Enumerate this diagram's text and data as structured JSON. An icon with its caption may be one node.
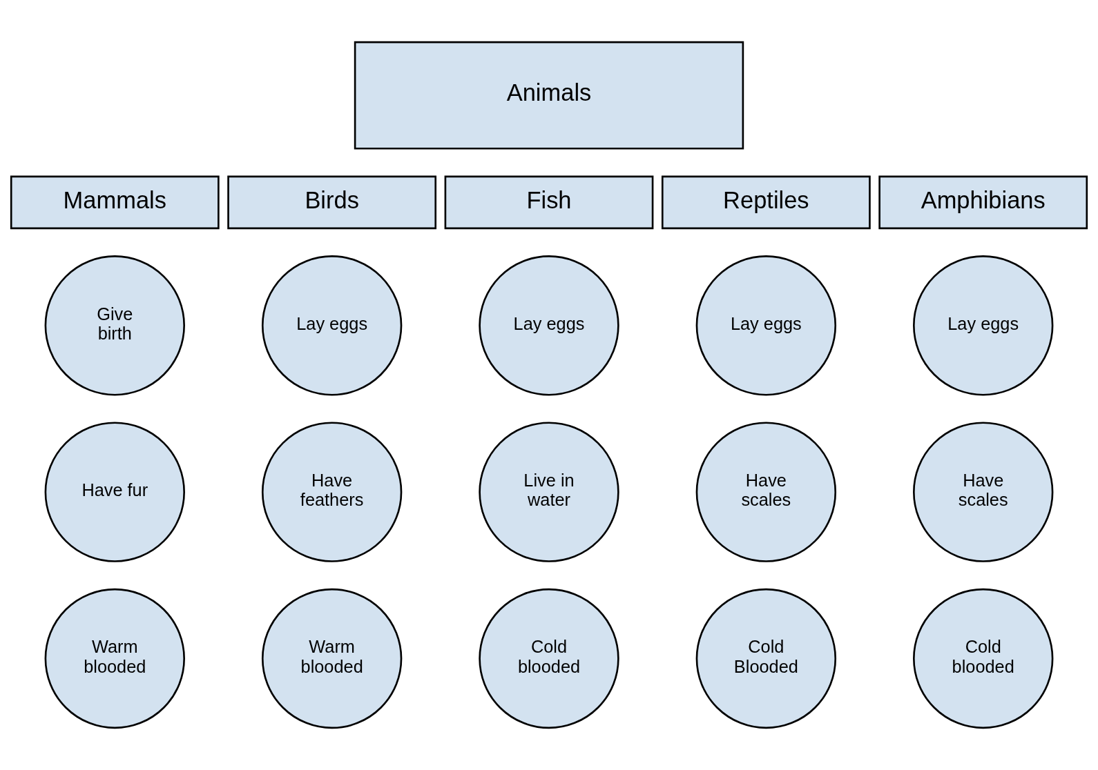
{
  "diagram": {
    "nodes": [
      {
        "text": [
          "Animals"
        ]
      },
      {
        "text": [
          "Mammals"
        ]
      },
      {
        "text": [
          "Birds"
        ]
      },
      {
        "text": [
          "Fish"
        ]
      },
      {
        "text": [
          "Reptiles"
        ]
      },
      {
        "text": [
          "Amphibians"
        ]
      },
      {
        "text": [
          "Give birth"
        ]
      },
      {
        "text": [
          "Lay eggs"
        ]
      },
      {
        "text": [
          "Lay eggs"
        ]
      },
      {
        "text": [
          "Lay eggs"
        ]
      },
      {
        "text": [
          "Lay eggs"
        ]
      },
      {
        "text": [
          "Have fur"
        ]
      },
      {
        "text": [
          "Have feathers"
        ]
      },
      {
        "text": [
          "Live in water"
        ]
      },
      {
        "text": [
          "Have scales"
        ]
      },
      {
        "text": [
          "Have scales"
        ]
      },
      {
        "text": [
          "Warm blooded"
        ]
      },
      {
        "text": [
          "Warm blooded"
        ]
      },
      {
        "text": [
          "Cold blooded"
        ]
      },
      {
        "text": [
          "Cold Blooded"
        ]
      },
      {
        "text": [
          "Cold blooded"
        ]
      }
    ],
    "edges": []
  }
}
